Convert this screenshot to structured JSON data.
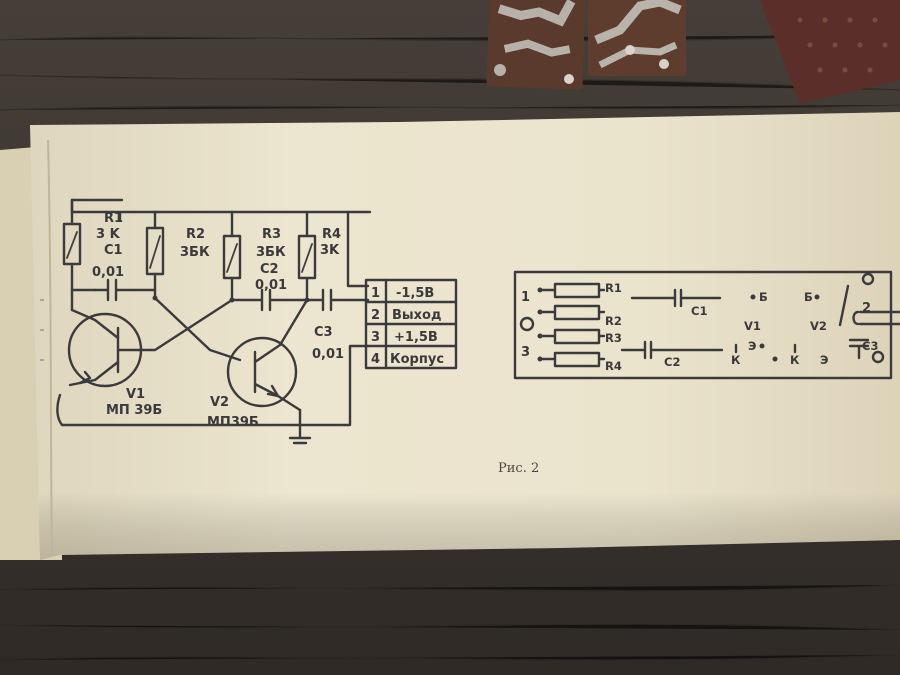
{
  "schematic": {
    "r1_label": "R1",
    "r1_value": "3 K",
    "r2_label": "R2",
    "r2_value": "3БК",
    "r3_label": "R3",
    "r3_value": "3БК",
    "r4_label": "R4",
    "r4_value": "3K",
    "c1_label": "C1",
    "c1_value": "0,01",
    "c2_label": "C2",
    "c2_value": "0,01",
    "c3_label": "C3",
    "c3_value": "0,01",
    "v1_label": "V1",
    "v1_type": "МП 39Б",
    "v2_label": "V2",
    "v2_type": "МП39Б",
    "connector": [
      {
        "num": "1",
        "name": "-1,5B"
      },
      {
        "num": "2",
        "name": "Выход"
      },
      {
        "num": "3",
        "name": "+1,5B"
      },
      {
        "num": "4",
        "name": "Корпус"
      }
    ]
  },
  "board": {
    "pin1": "1",
    "pin2": "2",
    "pin3": "3",
    "r1": "R1",
    "r2": "R2",
    "r3": "R3",
    "r4": "R4",
    "c1": "C1",
    "c2": "C2",
    "c3": "C3",
    "b1": "Б",
    "b2": "Б",
    "v1": "V1",
    "v2": "V2",
    "e": "Э",
    "k1": "К",
    "k2": "К",
    "e2": "Э"
  },
  "caption": "Рис. 2"
}
